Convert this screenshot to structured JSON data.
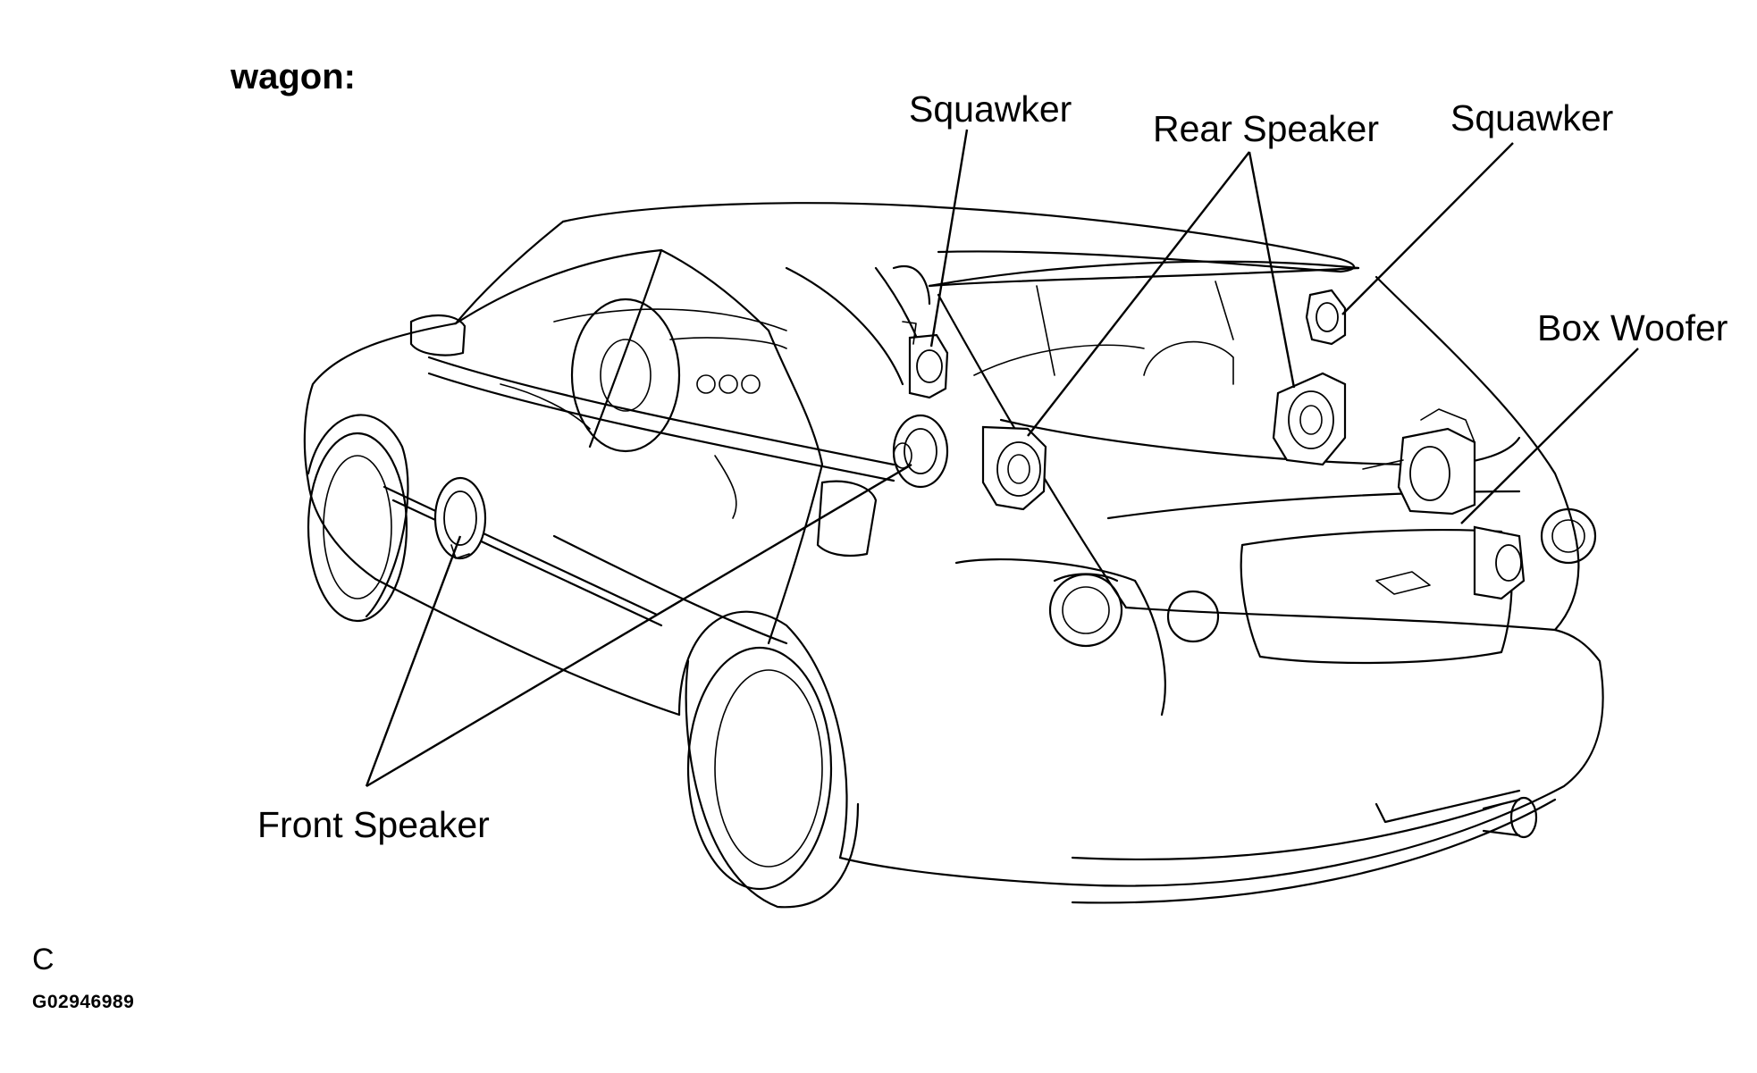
{
  "heading": "wagon:",
  "callouts": {
    "squawker_left": "Squawker",
    "rear_speaker": "Rear Speaker",
    "squawker_right": "Squawker",
    "box_woofer": "Box Woofer",
    "front_speaker": "Front Speaker"
  },
  "corner_letter": "C",
  "figure_id": "G02946989"
}
